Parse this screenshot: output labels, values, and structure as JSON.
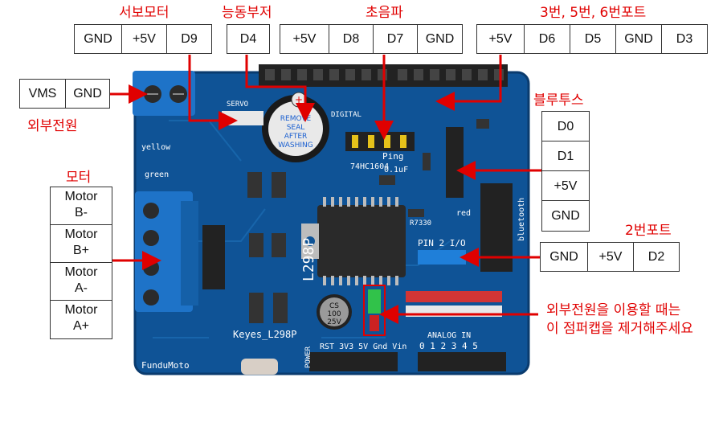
{
  "labels": {
    "servo": "서보모터",
    "buzzer": "능동부저",
    "ultrasonic": "초음파",
    "ports356": "3번, 5번, 6번포트",
    "external_power": "외부전원",
    "motor": "모터",
    "bluetooth": "블루투스",
    "port2": "2번포트",
    "jumper_note_1": "외부전원을 이용할 때는",
    "jumper_note_2": "이 점퍼캡을 제거해주세요"
  },
  "servo_pins": [
    "GND",
    "+5V",
    "D9"
  ],
  "buzzer_pins": [
    "D4"
  ],
  "ultrasonic_pins": [
    "+5V",
    "D8",
    "D7",
    "GND"
  ],
  "port356_pins": [
    "+5V",
    "D6",
    "D5",
    "GND",
    "D3"
  ],
  "power_pins": [
    "VMS",
    "GND"
  ],
  "motor_pins": [
    "Motor\nB-",
    "Motor\nB+",
    "Motor\nA-",
    "Motor\nA+"
  ],
  "bluetooth_pins": [
    "D0",
    "D1",
    "+5V",
    "GND"
  ],
  "port2_pins": [
    "GND",
    "+5V",
    "D2"
  ],
  "board_text": {
    "ic_label": "L298P",
    "brand": "Keyes_L298P",
    "fundu": "FunduMoto",
    "buzzer_line1": "REMOVE",
    "buzzer_line2": "SEAL",
    "buzzer_line3": "AFTER",
    "buzzer_line4": "WASHING",
    "ping": "Ping",
    "pin2io": "PIN 2 I/O",
    "analog": "ANALOG  IN",
    "analog_nums": "0 1 2 3 4 5",
    "cap": "CS\n100\n25V",
    "chip74": "74HC1604",
    "cap01": "0.1uF",
    "digital": "DIGITAL",
    "servo": "SERVO",
    "bluetooth": "bluetooth",
    "power": "POWER",
    "power_pins": "RST 3V3 5V Gnd Vin",
    "yellow": "yellow",
    "green": "green",
    "red": "red",
    "r7330": "R7330"
  },
  "colors": {
    "accent_red": "#e00000",
    "board_blue": "#0d4f8c"
  }
}
